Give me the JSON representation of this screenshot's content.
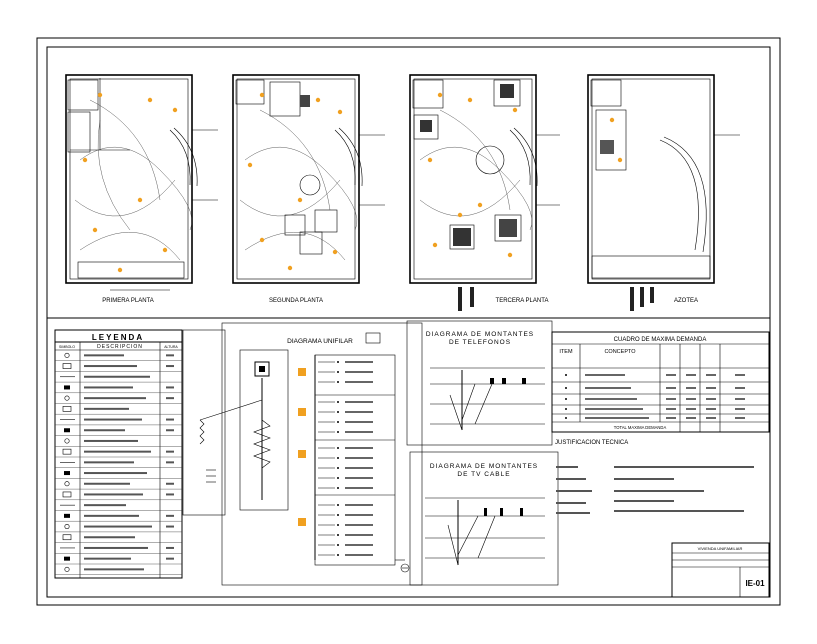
{
  "sheet": {
    "code": "IE-01",
    "title_block": "VIVIENDA UNIFAMILIAR"
  },
  "plans": [
    {
      "label": "PRIMERA PLANTA"
    },
    {
      "label": "SEGUNDA PLANTA"
    },
    {
      "label": "TERCERA PLANTA"
    },
    {
      "label": "AZOTEA"
    }
  ],
  "legend": {
    "title": "LEYENDA",
    "col_symbol": "SIMBOLO",
    "col_desc": "DESCRIPCION",
    "col_height": "ALTURA"
  },
  "unifilar": {
    "title": "DIAGRAMA UNIFILAR"
  },
  "phone_riser": {
    "title_l1": "DIAGRAMA DE MONTANTES",
    "title_l2": "DE TELEFONOS"
  },
  "tv_riser": {
    "title_l1": "DIAGRAMA DE MONTANTES",
    "title_l2": "DE TV CABLE"
  },
  "demand": {
    "title": "CUADRO DE MAXIMA DEMANDA",
    "col_item": "ITEM",
    "col_concept": "CONCEPTO",
    "total_label": "TOTAL MAXIMA DEMANDA"
  },
  "justification": {
    "title": "JUSTIFICACION TECNICA"
  }
}
